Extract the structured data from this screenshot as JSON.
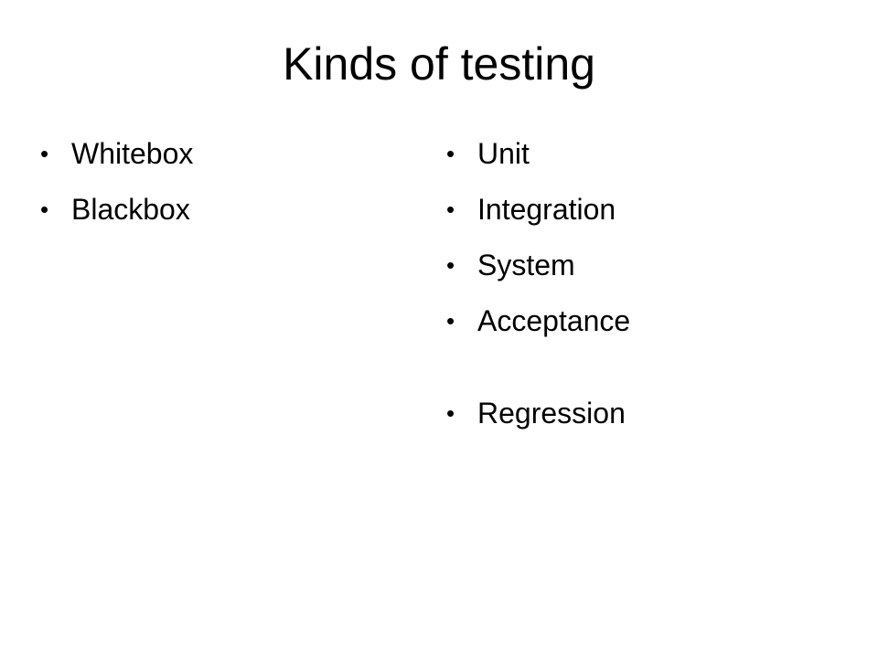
{
  "slide": {
    "title": "Kinds of testing",
    "bullet_glyph": "•",
    "left_items": [
      {
        "label": "Whitebox"
      },
      {
        "label": "Blackbox"
      }
    ],
    "right_items": [
      {
        "label": "Unit"
      },
      {
        "label": "Integration"
      },
      {
        "label": "System"
      },
      {
        "label": "Acceptance"
      },
      {
        "label": "Regression"
      }
    ]
  }
}
